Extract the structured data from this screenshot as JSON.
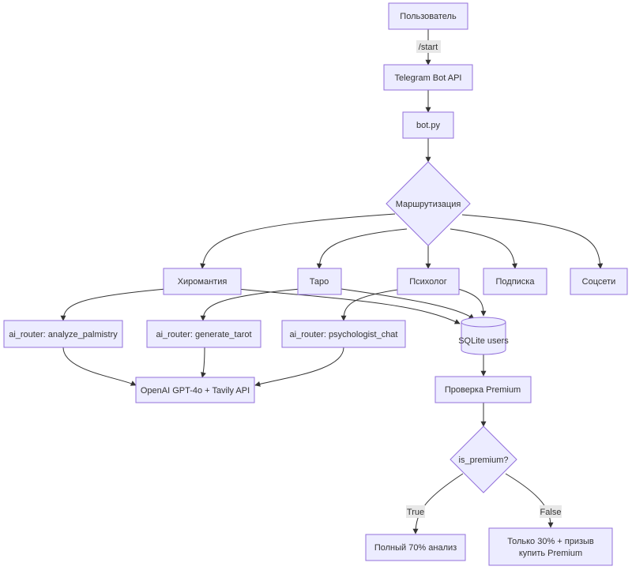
{
  "nodes": {
    "user": "Пользователь",
    "telegram_api": "Telegram Bot API",
    "bot": "bot.py",
    "routing": "Маршрутизация",
    "palmistry": "Хиромантия",
    "tarot": "Таро",
    "psychologist": "Психолог",
    "subscription": "Подписка",
    "social": "Соцсети",
    "router_palmistry": "ai_router: analyze_palmistry",
    "router_tarot": "ai_router: generate_tarot",
    "router_psych": "ai_router: psychologist_chat",
    "openai": "OpenAI GPT-4o + Tavily API",
    "sqlite": "SQLite users",
    "premium_check": "Проверка Premium",
    "is_premium": "is_premium?",
    "full": "Полный 70% анализ",
    "partial_line1": "Только 30% + призыв",
    "partial_line2": "купить Premium"
  },
  "edges": {
    "start": "/start",
    "true_label": "True",
    "false_label": "False"
  },
  "colors": {
    "node_fill": "#ececff",
    "node_stroke": "#9370db",
    "edge": "#333333",
    "label_bg": "#e8e8e8"
  }
}
